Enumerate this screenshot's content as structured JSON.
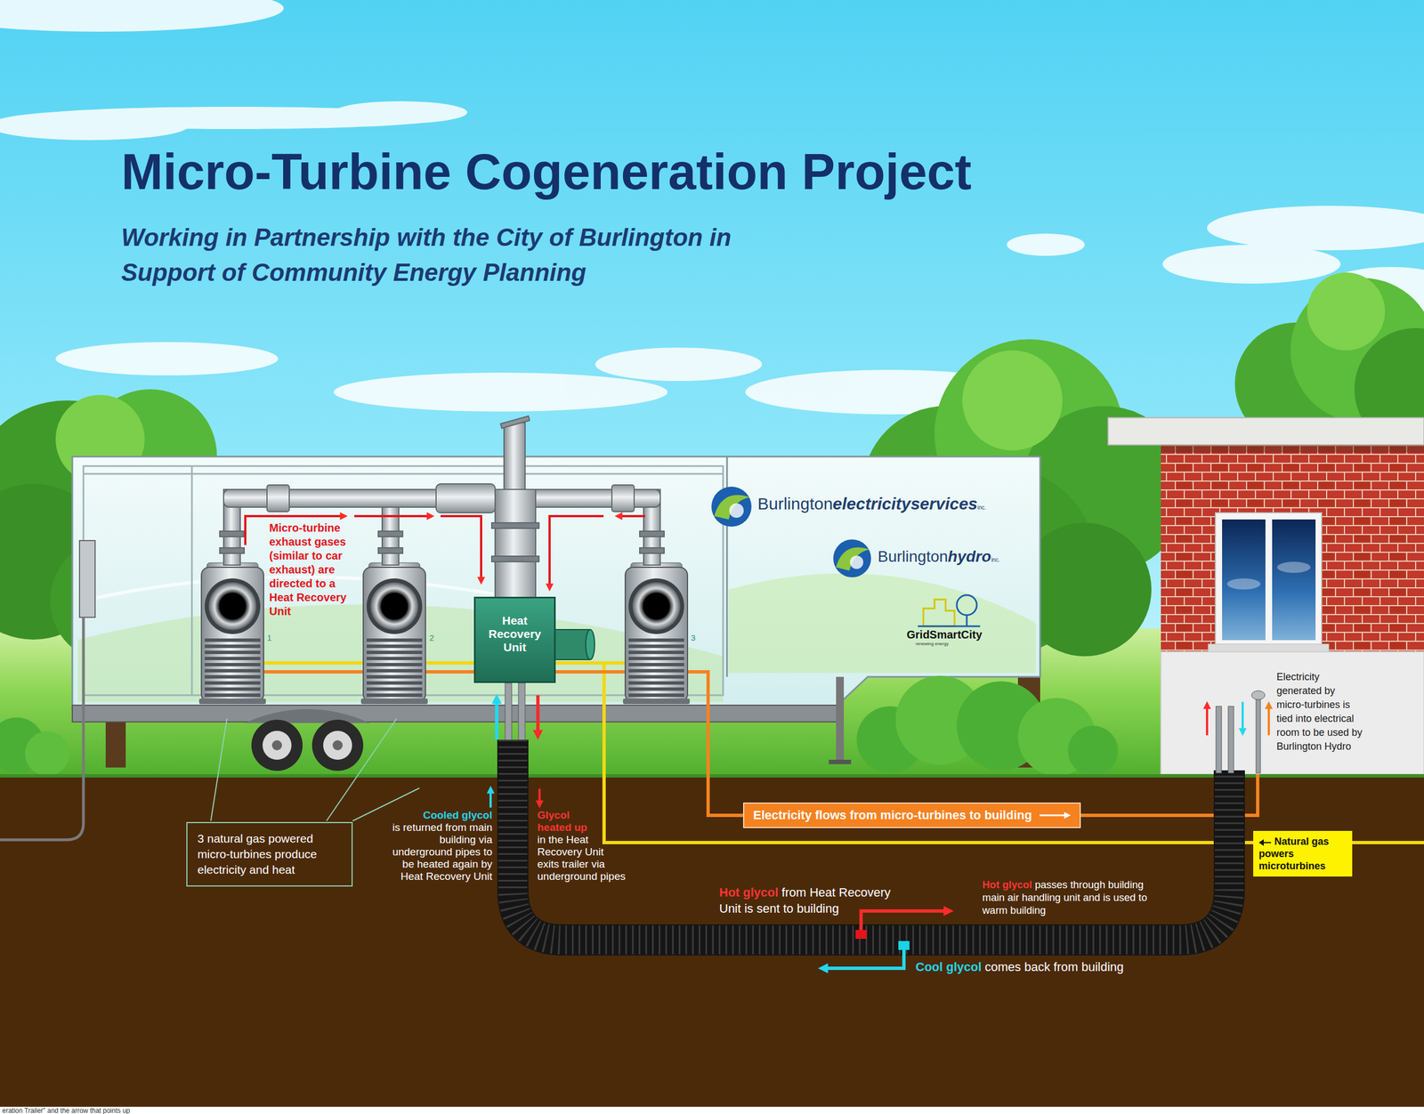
{
  "diagram": {
    "title": "Micro-Turbine Cogeneration Project",
    "nodes": [
      {
        "text": [
          "Heat Recovery Unit"
        ]
      },
      {
        "text": [
          "Electricity flows from micro-turbines to building"
        ]
      },
      {
        "text": [
          "3 natural gas powered micro-turbines produce electricity and heat"
        ]
      },
      {
        "text": [
          "Natural gas powers microturbines"
        ]
      }
    ],
    "labels": [
      "Working in Partnership with the City of Burlington in Support of Community Energy Planning",
      "Micro-turbine exhaust gases (similar to car exhaust) are directed to a Heat Recovery Unit",
      "1",
      "2",
      "3",
      "Burlington",
      "electricityservices",
      "inc.",
      "Burlington",
      "hydro",
      "inc.",
      "GridSmartCity",
      "renewing energy",
      "Cooled glycol",
      "is returned from main building via underground pipes to be heated again by Heat Recovery Unit",
      "Glycol heated up",
      "in the Heat Recovery Unit exits trailer via underground pipes",
      "Hot glycol",
      "from Heat Recovery Unit is sent to building",
      "Hot glycol",
      "passes through building main air handling unit and is used to warm building",
      "Cool glycol",
      "comes back from building",
      "Electricity generated by micro-turbines is tied into electrical room to be used by Burlington Hydro",
      "eration Trailer\" and the arrow that points up"
    ]
  }
}
